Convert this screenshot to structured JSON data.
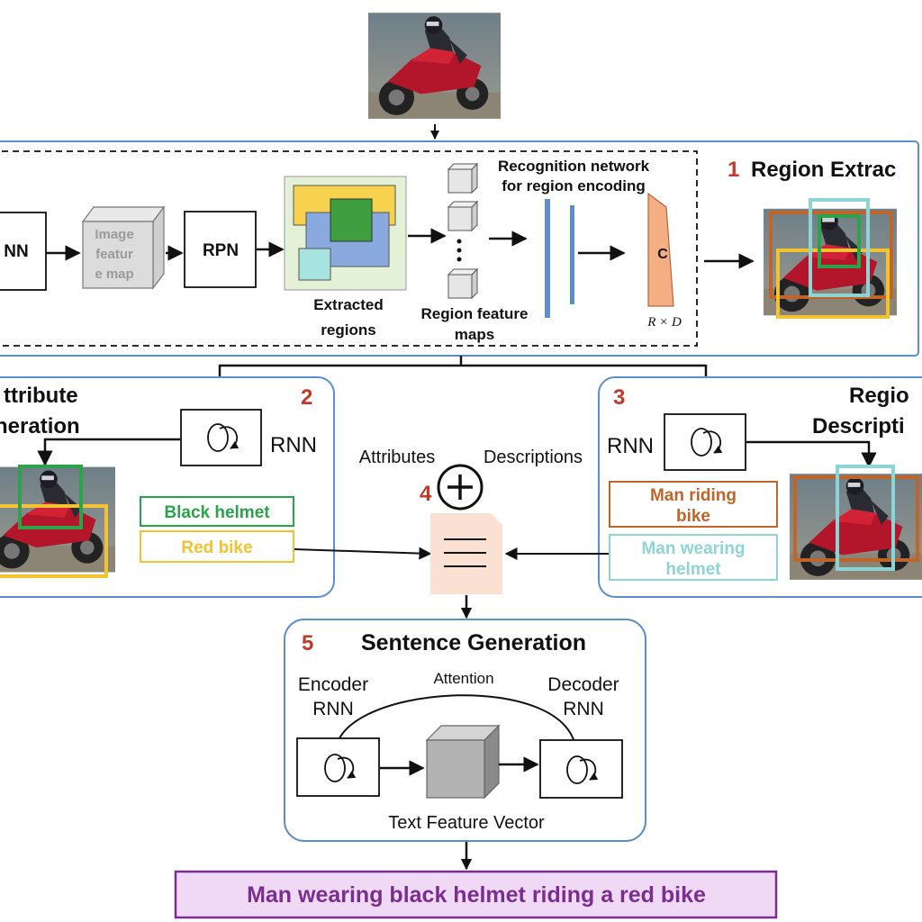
{
  "colors": {
    "panel_border": "#5b8fc9",
    "arrow": "#111111",
    "attr_green": "#2ca24a",
    "attr_yellow": "#f2c230",
    "desc_brown": "#c0652a",
    "desc_cyan": "#8fd4d4",
    "output_purple": "#7a2e8f",
    "output_fill": "#efd9f5",
    "step_number": "#c0392b"
  },
  "region_extraction": {
    "step": "1",
    "title": "Region Extrac",
    "cnn_label": "NN",
    "feature_map_label_line1": "Image",
    "feature_map_label_line2": "featur",
    "feature_map_label_line3": "e map",
    "rpn_label": "RPN",
    "extracted_label_line1": "Extracted",
    "extracted_label_line2": "regions",
    "feature_maps_label_line1": "Region feature",
    "feature_maps_label_line2": "maps",
    "recognition_line1": "Recognition network",
    "recognition_line2": "for region encoding",
    "classifier_label": "C",
    "dims_label": "R × D"
  },
  "attribute_generation": {
    "step": "2",
    "title_line1": "ttribute",
    "title_line2": "neration",
    "rnn_label": "RNN",
    "attributes": [
      {
        "label": "Black helmet",
        "color": "#2ca24a"
      },
      {
        "label": "Red bike",
        "color": "#f2c230"
      }
    ]
  },
  "region_description": {
    "step": "3",
    "title_line1": "Regio",
    "title_line2": "Descripti",
    "rnn_label": "RNN",
    "descriptions": [
      {
        "label_line1": "Man riding",
        "label_line2": "bike",
        "color": "#c0652a"
      },
      {
        "label_line1": "Man wearing",
        "label_line2": "helmet",
        "color": "#8fd4d4"
      }
    ]
  },
  "fusion": {
    "step": "4",
    "attributes_label": "Attributes",
    "descriptions_label": "Descriptions"
  },
  "sentence_generation": {
    "step": "5",
    "title": "Sentence Generation",
    "encoder_line1": "Encoder",
    "encoder_line2": "RNN",
    "decoder_line1": "Decoder",
    "decoder_line2": "RNN",
    "attention_label": "Attention",
    "vector_label": "Text Feature Vector"
  },
  "output": {
    "sentence": "Man wearing black helmet riding a red bike"
  }
}
